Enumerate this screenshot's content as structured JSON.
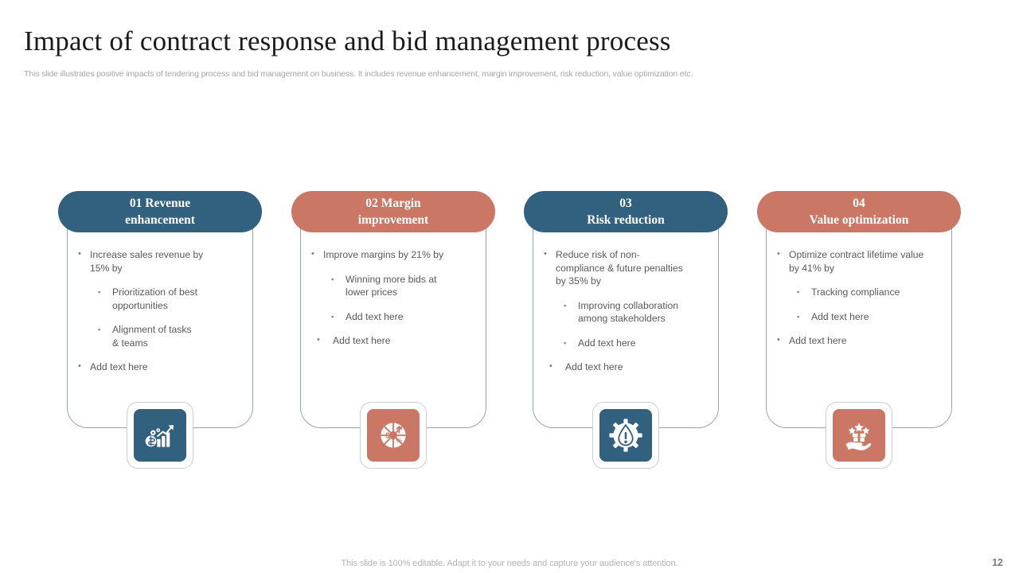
{
  "slide": {
    "title": "Impact of contract response and bid management process",
    "subtitle": "This slide illustrates positive impacts of tendering process and bid management on business. It includes revenue enhancement, margin improvement, risk reduction, value optimization etc.",
    "footer_note": "This slide is 100% editable. Adapt it to your needs and capture your audience's attention.",
    "page_number": "12"
  },
  "colors": {
    "blue": "#31617f",
    "salmon": "#cb7765",
    "card_border": "#9aa3ab",
    "body_text": "#595959",
    "title_text": "#1b1b1b",
    "subtitle_text": "#a6a6a6",
    "footer_text": "#b3b3b3"
  },
  "cards": [
    {
      "number": "01",
      "header_line1": "01 Revenue",
      "header_line2": "enhancement",
      "accent": "blue",
      "icon_name": "revenue-growth-chart-icon",
      "bullets": [
        {
          "level": 1,
          "indented": false,
          "lines": [
            "Increase sales revenue by",
            "15% by"
          ]
        },
        {
          "level": 2,
          "indented": false,
          "lines": [
            "Prioritization of best",
            "opportunities"
          ]
        },
        {
          "level": 2,
          "indented": false,
          "lines": [
            "Alignment of tasks",
            "& teams"
          ]
        },
        {
          "level": 1,
          "indented": false,
          "lines": [
            "Add text here"
          ]
        }
      ]
    },
    {
      "number": "02",
      "header_line1": "02 Margin",
      "header_line2": "improvement",
      "accent": "salmon",
      "icon_name": "margin-pie-chart-icon",
      "bullets": [
        {
          "level": 1,
          "indented": false,
          "lines": [
            "Improve margins by 21% by"
          ]
        },
        {
          "level": 2,
          "indented": false,
          "lines": [
            "Winning more bids at",
            "lower prices"
          ]
        },
        {
          "level": 2,
          "indented": false,
          "lines": [
            "Add text here"
          ]
        },
        {
          "level": 1,
          "indented": true,
          "lines": [
            "Add text here"
          ]
        }
      ]
    },
    {
      "number": "03",
      "header_line1": "03",
      "header_line2": "Risk reduction",
      "accent": "blue",
      "icon_name": "risk-gear-alert-icon",
      "bullets": [
        {
          "level": 1,
          "indented": false,
          "lines": [
            "Reduce risk of non-",
            "compliance & future penalties",
            "by 35% by"
          ]
        },
        {
          "level": 2,
          "indented": false,
          "lines": [
            "Improving collaboration",
            "among stakeholders"
          ]
        },
        {
          "level": 2,
          "indented": false,
          "lines": [
            "Add text here"
          ]
        },
        {
          "level": 1,
          "indented": true,
          "lines": [
            "Add text here"
          ]
        }
      ]
    },
    {
      "number": "04",
      "header_line1": "04",
      "header_line2": "Value optimization",
      "accent": "salmon",
      "icon_name": "hand-holding-value-stars-icon",
      "bullets": [
        {
          "level": 1,
          "indented": false,
          "lines": [
            "Optimize contract lifetime value",
            "by 41% by"
          ]
        },
        {
          "level": 2,
          "indented": false,
          "lines": [
            "Tracking compliance"
          ]
        },
        {
          "level": 2,
          "indented": false,
          "lines": [
            "Add text here"
          ]
        },
        {
          "level": 1,
          "indented": false,
          "lines": [
            "Add text here"
          ]
        }
      ]
    }
  ]
}
